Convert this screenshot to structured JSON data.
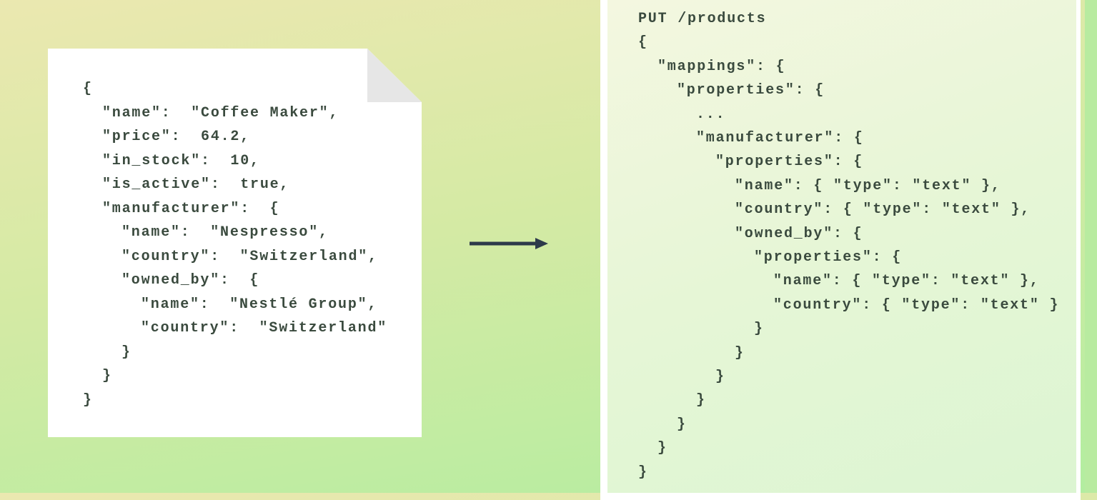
{
  "document": {
    "lines": [
      {
        "indent": 0,
        "text": "{"
      },
      {
        "indent": 1,
        "text": "\"name\":  \"Coffee Maker\","
      },
      {
        "indent": 1,
        "text": "\"price\":  64.2,"
      },
      {
        "indent": 1,
        "text": "\"in_stock\":  10,"
      },
      {
        "indent": 1,
        "text": "\"is_active\":  true,"
      },
      {
        "indent": 1,
        "text": "\"manufacturer\":  {"
      },
      {
        "indent": 2,
        "text": "\"name\":  \"Nespresso\","
      },
      {
        "indent": 2,
        "text": "\"country\":  \"Switzerland\","
      },
      {
        "indent": 2,
        "text": "\"owned_by\":  {"
      },
      {
        "indent": 3,
        "text": "\"name\":  \"Nestlé Group\","
      },
      {
        "indent": 3,
        "text": "\"country\":  \"Switzerland\""
      },
      {
        "indent": 2,
        "text": "}"
      },
      {
        "indent": 1,
        "text": "}"
      },
      {
        "indent": 0,
        "text": "}"
      }
    ]
  },
  "mapping": {
    "lines": [
      {
        "indent": 0,
        "text": "PUT /products"
      },
      {
        "indent": 0,
        "text": "{"
      },
      {
        "indent": 1,
        "text": "\"mappings\": {"
      },
      {
        "indent": 2,
        "text": "\"properties\": {"
      },
      {
        "indent": 3,
        "text": "..."
      },
      {
        "indent": 3,
        "text": "\"manufacturer\": {"
      },
      {
        "indent": 4,
        "text": "\"properties\": {"
      },
      {
        "indent": 5,
        "text": "\"name\": { \"type\": \"text\" },"
      },
      {
        "indent": 5,
        "text": "\"country\": { \"type\": \"text\" },"
      },
      {
        "indent": 5,
        "text": "\"owned_by\": {"
      },
      {
        "indent": 6,
        "text": "\"properties\": {"
      },
      {
        "indent": 7,
        "text": "\"name\": { \"type\": \"text\" },"
      },
      {
        "indent": 7,
        "text": "\"country\": { \"type\": \"text\" }"
      },
      {
        "indent": 6,
        "text": "}"
      },
      {
        "indent": 5,
        "text": "}"
      },
      {
        "indent": 4,
        "text": "}"
      },
      {
        "indent": 3,
        "text": "}"
      },
      {
        "indent": 2,
        "text": "}"
      },
      {
        "indent": 1,
        "text": "}"
      },
      {
        "indent": 0,
        "text": "}"
      }
    ]
  },
  "colors": {
    "arrow": "#2d3a4a",
    "code": "#3a4a3e"
  }
}
